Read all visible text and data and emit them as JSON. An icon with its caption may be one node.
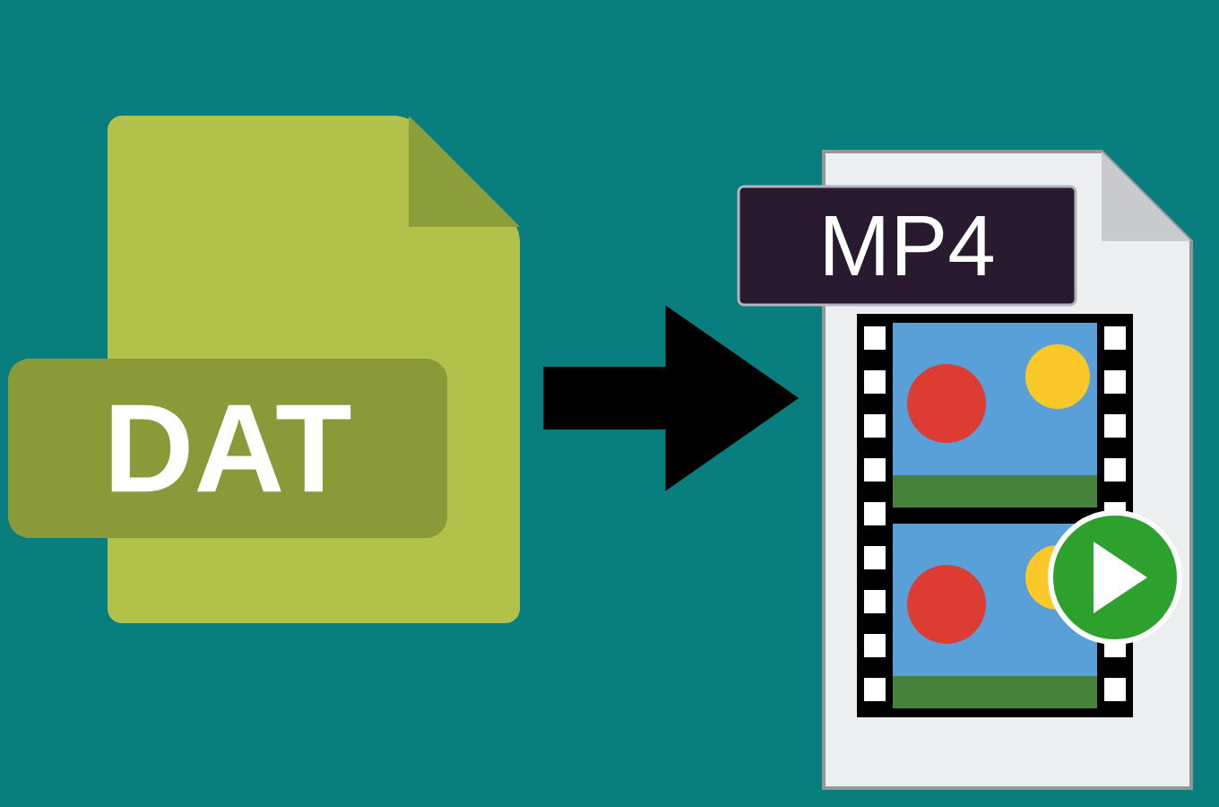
{
  "diagram": {
    "nodes": [
      {
        "text": [
          "DAT"
        ]
      },
      {
        "text": [
          "MP4"
        ]
      }
    ],
    "edges": [
      {
        "from": 0,
        "to": 1,
        "arrow": "to"
      }
    ]
  }
}
